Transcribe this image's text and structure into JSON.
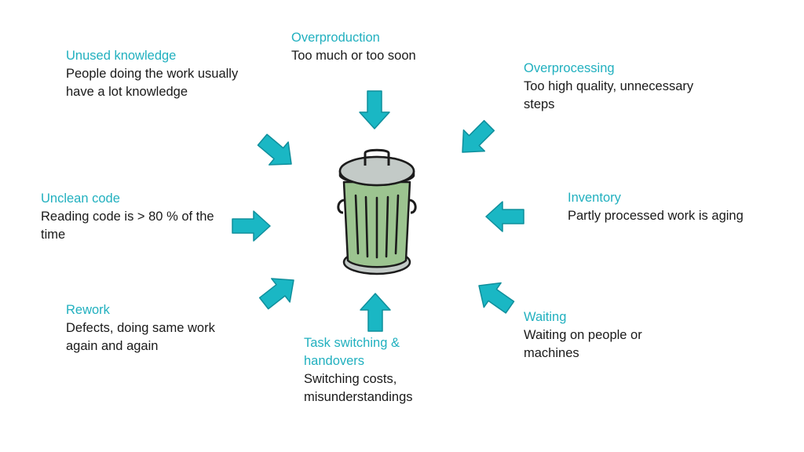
{
  "colors": {
    "accent": "#21b0bf",
    "text": "#1a1a1a",
    "arrow_fill": "#1ab7c4",
    "arrow_stroke": "#0f8f9c",
    "bin_body": "#9cc490",
    "bin_lid": "#c3cac7",
    "bin_outline": "#1c1c1c"
  },
  "center_icon": "trash-can-icon",
  "wastes": [
    {
      "id": "overproduction",
      "title": "Overproduction",
      "desc": "Too much or too soon"
    },
    {
      "id": "unused-knowledge",
      "title": "Unused knowledge",
      "desc": "People doing the work usually have a lot knowledge"
    },
    {
      "id": "overprocessing",
      "title": "Overprocessing",
      "desc": "Too high quality, unnecessary steps"
    },
    {
      "id": "unclean-code",
      "title": "Unclean code",
      "desc": "Reading code is > 80 % of the time"
    },
    {
      "id": "inventory",
      "title": "Inventory",
      "desc": "Partly processed work is aging"
    },
    {
      "id": "rework",
      "title": "Rework",
      "desc": "Defects, doing same work again and again"
    },
    {
      "id": "task-switching",
      "title": "Task switching & handovers",
      "desc": "Switching costs, misunderstandings"
    },
    {
      "id": "waiting",
      "title": "Waiting",
      "desc": "Waiting on people or machines"
    }
  ]
}
